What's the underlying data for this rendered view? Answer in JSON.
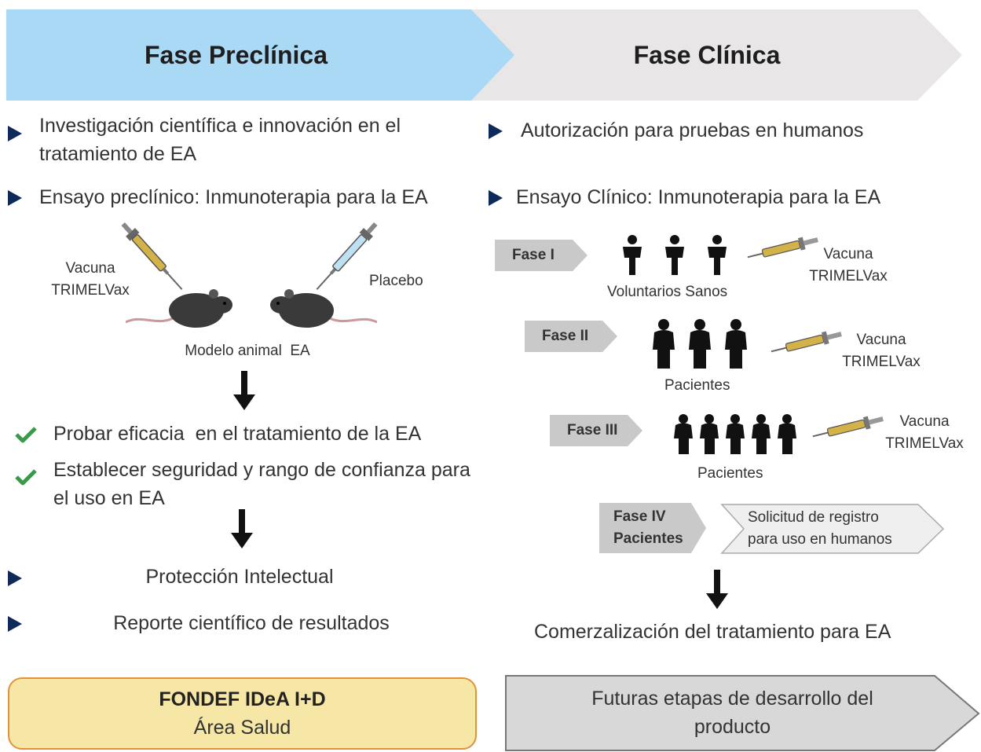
{
  "header": {
    "preclinical": "Fase Preclínica",
    "clinical": "Fase Clínica"
  },
  "left": {
    "bullet1": "Investigación científica e innovación en el tratamiento de EA",
    "bullet2": "Ensayo preclínico: Inmunoterapia para la EA",
    "vaccine_label_1": "Vacuna",
    "vaccine_label_2": "TRIMELVax",
    "placebo_label": "Placebo",
    "animal_model": "Modelo animal  EA",
    "check1": "Probar eficacia  en el tratamiento de la EA",
    "check2": "Establecer seguridad y rango de confianza para el uso en EA",
    "bullet3": "Protección Intelectual",
    "bullet4": "Reporte científico de resultados",
    "box_title": "FONDEF IDeA I+D",
    "box_subtitle": "Área Salud"
  },
  "right": {
    "bullet1": "Autorización para pruebas en humanos",
    "bullet2": "Ensayo Clínico: Inmunoterapia para la EA",
    "phase1": {
      "label": "Fase I",
      "group": "Voluntarios Sanos",
      "vaccine_1": "Vacuna",
      "vaccine_2": "TRIMELVax"
    },
    "phase2": {
      "label": "Fase II",
      "group": "Pacientes",
      "vaccine_1": "Vacuna",
      "vaccine_2": "TRIMELVax"
    },
    "phase3": {
      "label": "Fase III",
      "group": "Pacientes",
      "vaccine_1": "Vacuna",
      "vaccine_2": "TRIMELVax"
    },
    "phase4": {
      "label_1": "Fase IV",
      "label_2": "Pacientes",
      "request_1": "Solicitud de registro",
      "request_2": "para uso en humanos"
    },
    "commercialization": "Comerzalización del tratamiento para EA",
    "box_text": "Futuras etapas de desarrollo del producto"
  },
  "colors": {
    "preclinical_banner": "#a9d9f4",
    "clinical_banner": "#e8e6e6",
    "bullet": "#0e2a5a",
    "check": "#3a9a4a",
    "fondef_box": "#f7e7a6",
    "fondef_border": "#e2913a"
  }
}
